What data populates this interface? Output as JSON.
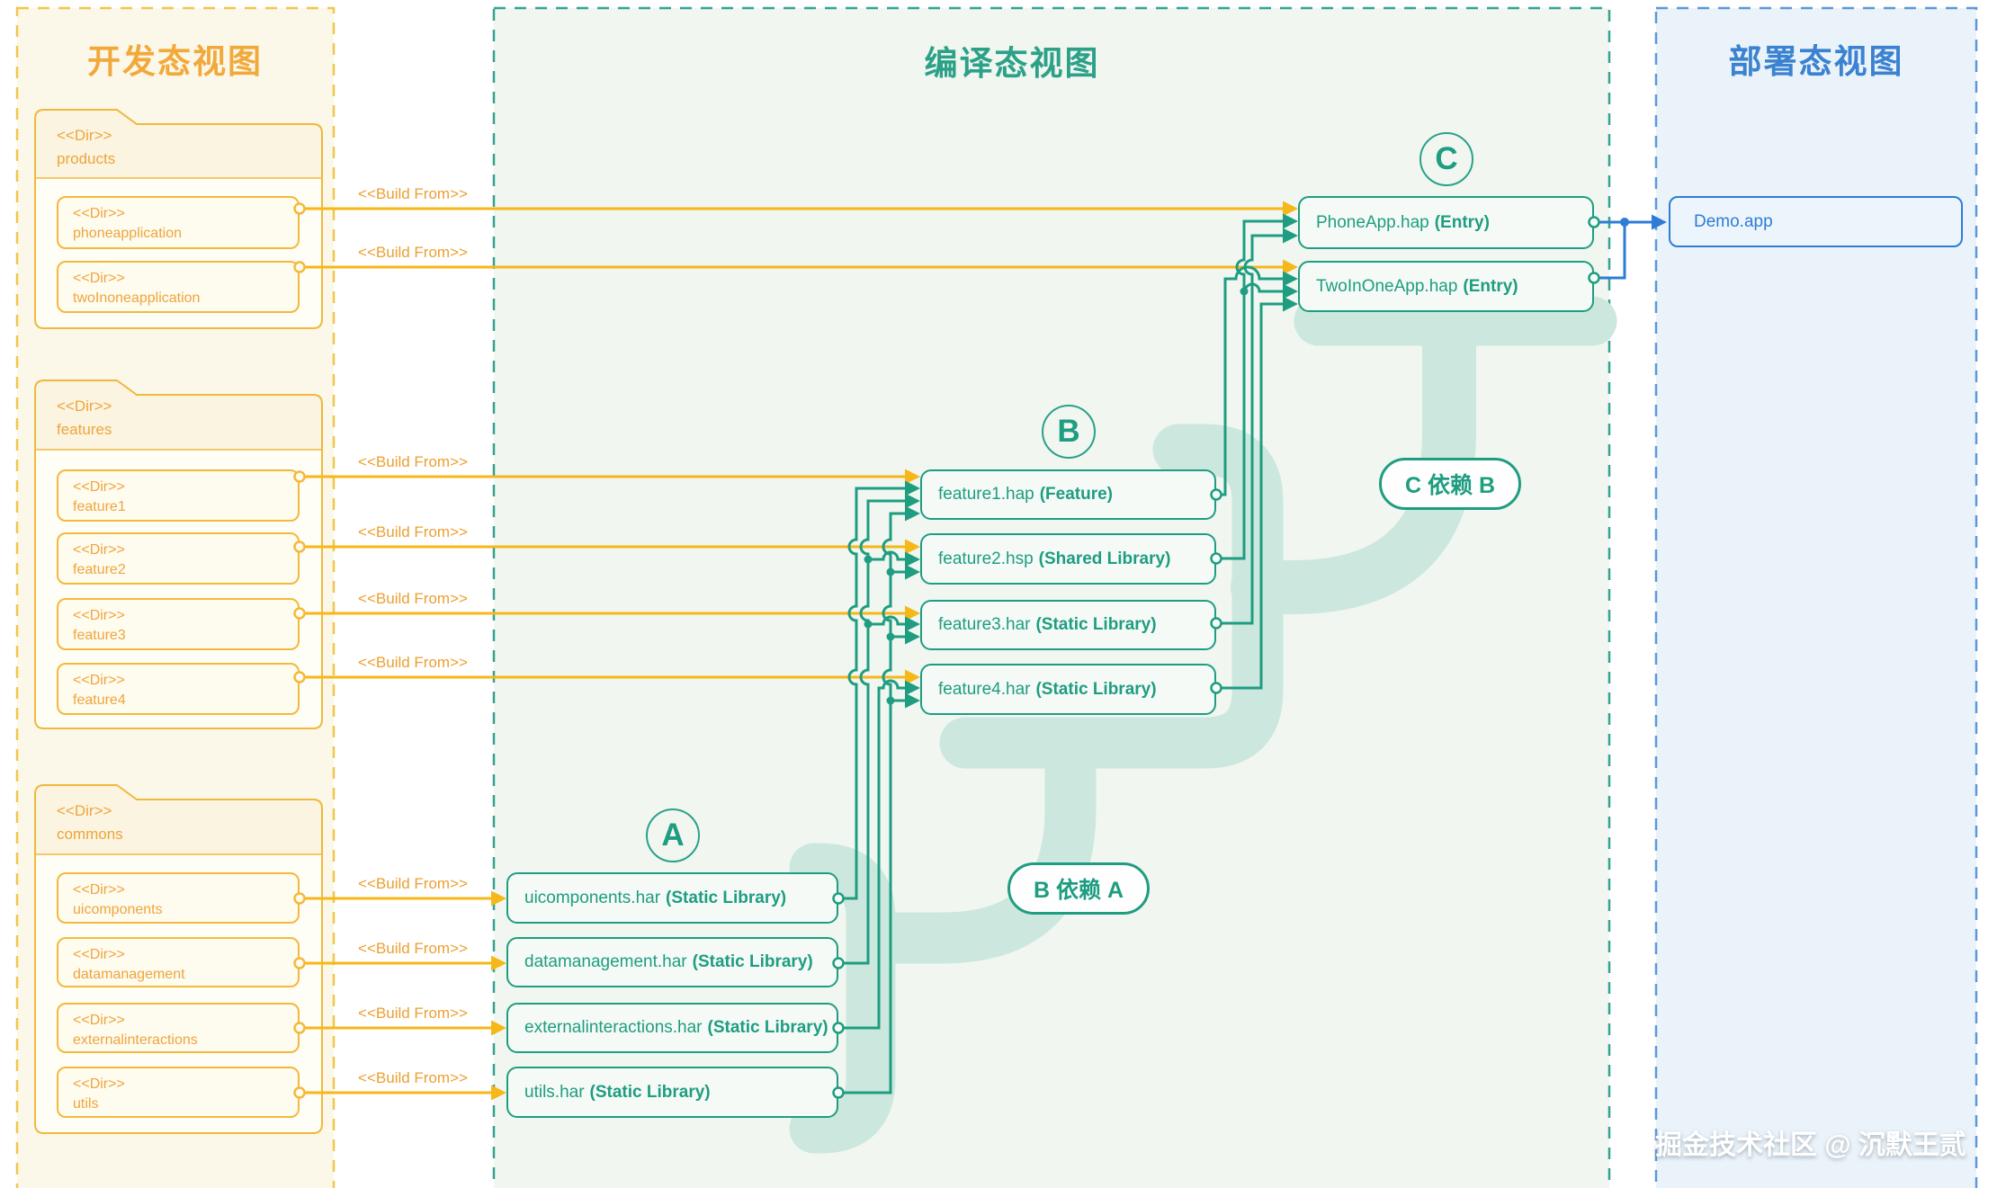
{
  "edge_label": "<<Build From>>",
  "watermark": "掘金技术社区 @ 沉默王贰",
  "colors": {
    "dev_accent": "#F2A93B",
    "dev_border": "#F0C64C",
    "dev_line": "#F6B718",
    "build_accent": "#1E9D81",
    "build_border": "#35A390",
    "band": "#CCE8DE",
    "deploy_accent": "#2E7CD6",
    "deploy_border": "#5E97D8"
  },
  "panels": {
    "dev": {
      "title": "开发态视图",
      "folders": [
        {
          "stereotype": "<<Dir>>",
          "name": "products",
          "items": [
            {
              "stereotype": "<<Dir>>",
              "name": "phoneapplication"
            },
            {
              "stereotype": "<<Dir>>",
              "name": "twoInoneapplication"
            }
          ]
        },
        {
          "stereotype": "<<Dir>>",
          "name": "features",
          "items": [
            {
              "stereotype": "<<Dir>>",
              "name": "feature1"
            },
            {
              "stereotype": "<<Dir>>",
              "name": "feature2"
            },
            {
              "stereotype": "<<Dir>>",
              "name": "feature3"
            },
            {
              "stereotype": "<<Dir>>",
              "name": "feature4"
            }
          ]
        },
        {
          "stereotype": "<<Dir>>",
          "name": "commons",
          "items": [
            {
              "stereotype": "<<Dir>>",
              "name": "uicomponents"
            },
            {
              "stereotype": "<<Dir>>",
              "name": "datamanagement"
            },
            {
              "stereotype": "<<Dir>>",
              "name": "externalinteractions"
            },
            {
              "stereotype": "<<Dir>>",
              "name": "utils"
            }
          ]
        }
      ]
    },
    "build": {
      "title": "编译态视图",
      "group_labels": {
        "a": "A",
        "b": "B",
        "c": "C"
      },
      "badges": {
        "c_on_b": "C 依赖 B",
        "b_on_a": "B 依赖 A"
      },
      "entries": [
        {
          "name": "PhoneApp.hap",
          "type": "(Entry)"
        },
        {
          "name": "TwoInOneApp.hap",
          "type": "(Entry)"
        }
      ],
      "features": [
        {
          "name": "feature1.hap",
          "type": "(Feature)"
        },
        {
          "name": "feature2.hsp",
          "type": "(Shared Library)"
        },
        {
          "name": "feature3.har",
          "type": "(Static Library)"
        },
        {
          "name": "feature4.har",
          "type": "(Static Library)"
        }
      ],
      "libraries": [
        {
          "name": "uicomponents.har",
          "type": "(Static Library)"
        },
        {
          "name": "datamanagement.har",
          "type": "(Static Library)"
        },
        {
          "name": "externalinteractions.har",
          "type": "(Static Library)"
        },
        {
          "name": "utils.har",
          "type": "(Static Library)"
        }
      ]
    },
    "deploy": {
      "title": "部署态视图",
      "app": {
        "name": "Demo.app"
      }
    }
  }
}
